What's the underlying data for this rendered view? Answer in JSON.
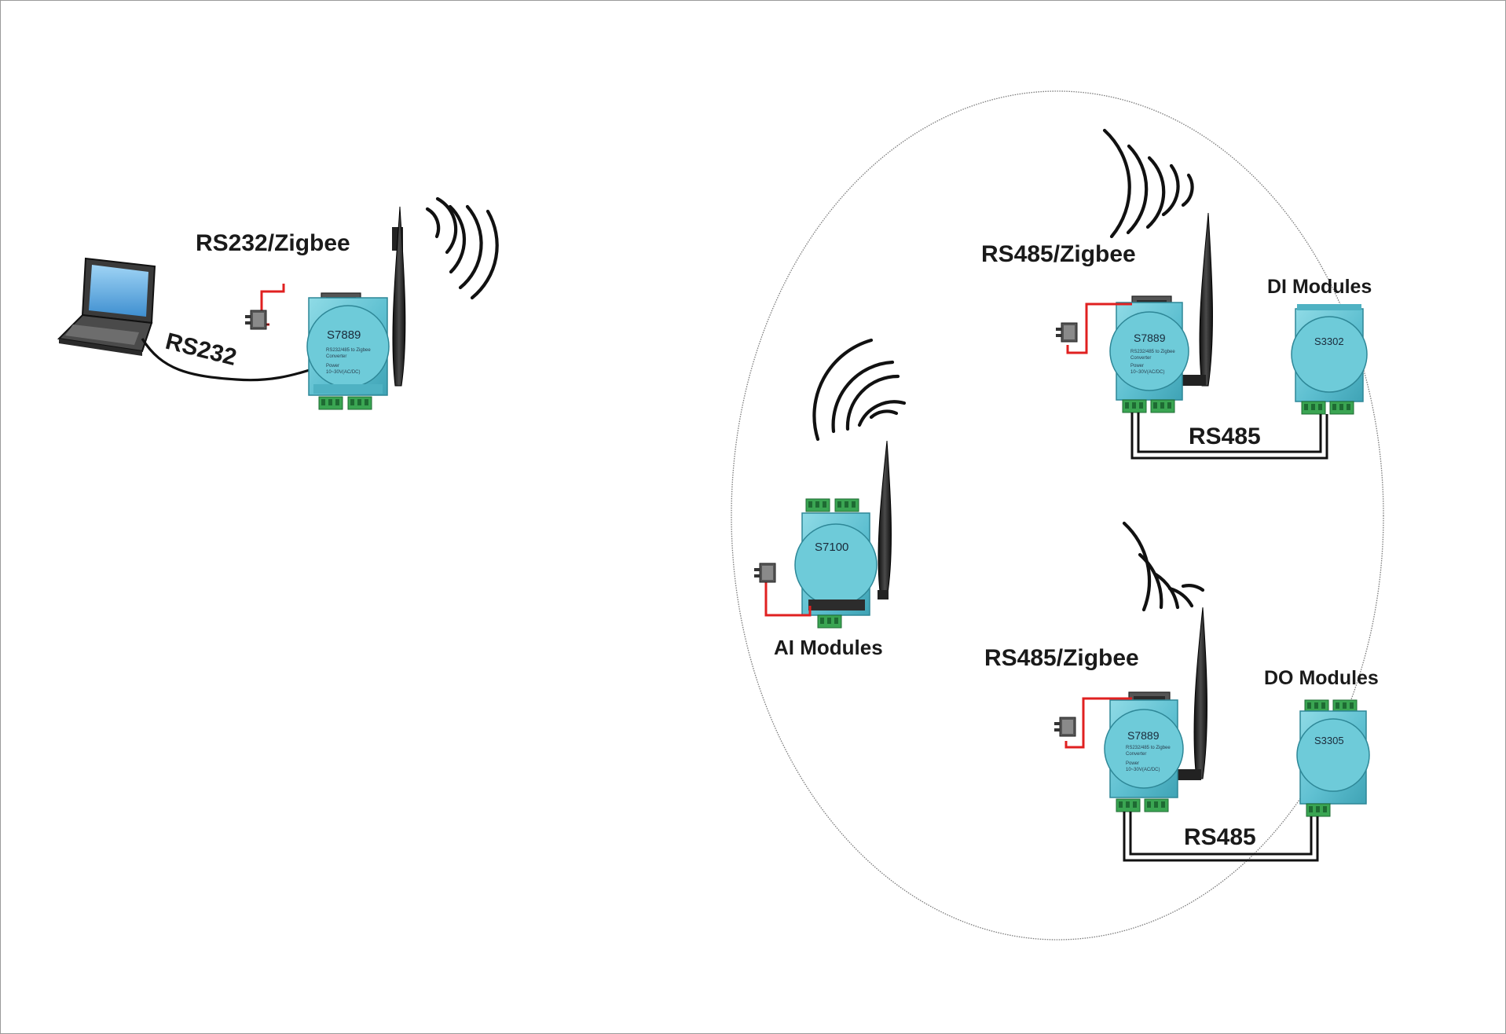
{
  "labels": {
    "rs232_zigbee": "RS232/Zigbee",
    "rs232_cable": "RS232",
    "rs485_zigbee_top": "RS485/Zigbee",
    "rs485_zigbee_bottom": "RS485/Zigbee",
    "di_modules": "DI Modules",
    "do_modules": "DO Modules",
    "ai_modules": "AI Modules",
    "rs485_link_top": "RS485",
    "rs485_link_bottom": "RS485"
  },
  "devices": {
    "gateway_left": {
      "model": "S7889",
      "line1": "RS232/485 to Zigbee",
      "line2": "Converter",
      "line3": "Power",
      "line4": "10~30V(AC/DC)"
    },
    "gateway_top": {
      "model": "S7889",
      "line1": "RS232/485 to Zigbee",
      "line2": "Converter",
      "line3": "Power",
      "line4": "10~30V(AC/DC)"
    },
    "gateway_bottom": {
      "model": "S7889",
      "line1": "RS232/485 to Zigbee",
      "line2": "Converter",
      "line3": "Power",
      "line4": "10~30V(AC/DC)"
    },
    "ai_module": {
      "model": "S7100"
    },
    "di_module": {
      "model": "S3302"
    },
    "do_module": {
      "model": "S3305"
    }
  },
  "colors": {
    "device_body": "#62c3d3",
    "device_edge": "#2e8797",
    "terminal_green": "#3aa552",
    "power_wire": "#e02020",
    "cable": "#111111",
    "boundary": "#7a7a7a"
  }
}
